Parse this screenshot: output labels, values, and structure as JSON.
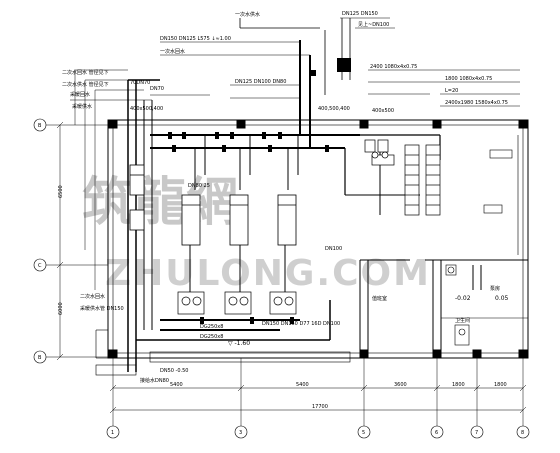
{
  "watermark": {
    "chinese": "筑龍網",
    "latin": "ZHULONG.COM"
  },
  "axes": {
    "bottom": [
      "1",
      "3",
      "5",
      "6",
      "7",
      "8"
    ],
    "left": [
      "B",
      "C",
      "B"
    ]
  },
  "dimensions": {
    "bottom_segments": [
      "5400",
      "5400",
      "3600",
      "1800",
      "1800"
    ],
    "bottom_total": "17700"
  },
  "labels": {
    "top_box_right": "DN125 DN150",
    "top_box_right2": "见上~DN100",
    "top_main_pipe": "DN150 DN125 L575 ↓≈1.00",
    "top_note_1": "一次水回水",
    "top_note_2": "一次水供水",
    "dn_left": "70DN70",
    "dn_left2": "DN70",
    "size_left": "400x500,400",
    "size_mid": "400,500,400",
    "pump_row": "DG250x8",
    "pump_row2": "DG250x8",
    "level_1": "▽ -1.60",
    "level_2": "-0.02",
    "level_3": "0.05",
    "bottom_left_note": "接给水DN80",
    "bottom_left_note2": "DN50 -0.50",
    "right_note_1": "2400 1080x4x0.75",
    "right_note_2": "1800 1080x4x0.75",
    "right_note_3": "L=20",
    "right_note_4": "2400x1980 1580x4x0.75",
    "mid_label": "DN100",
    "mid_label2": "DN80 25",
    "dev_right": "400x500",
    "pipe_note": "DN125 DN100 DN80",
    "left_vert_label": "6500",
    "left_vert_label2": "6000",
    "side_note_a": "二次水回水 管径见下",
    "side_note_b": "二次水供水 管径见下",
    "side_note_c": "采暖回水",
    "side_note_d": "采暖供水",
    "lower_left_a": "二次水回水",
    "lower_left_b": "采暖供水管 DN150",
    "lower_mid": "DN150 DN150 D77 16D DN100",
    "small_1": "泵房",
    "small_2": "值班室",
    "small_3": "卫生间"
  }
}
